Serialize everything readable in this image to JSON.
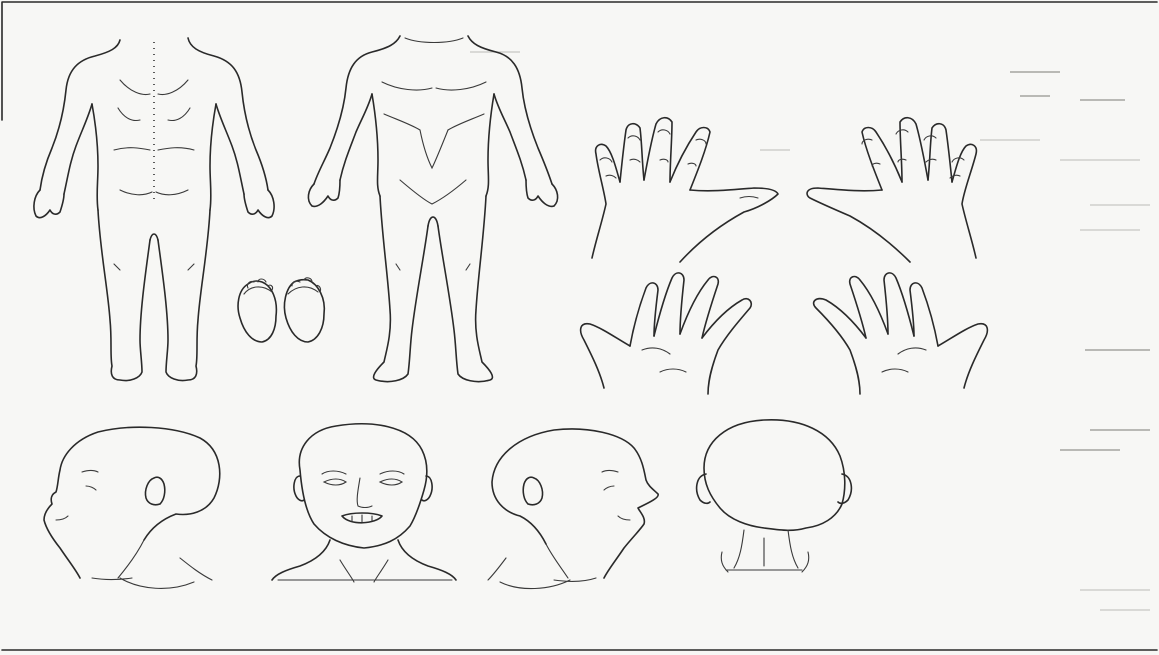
{
  "diagram": {
    "ink_color": "#2a2a2a",
    "paper_color": "#f7f7f5",
    "views": [
      "body-back-view",
      "body-front-view",
      "feet-soles",
      "left-hand-dorsal",
      "right-hand-dorsal",
      "left-hand-palmar",
      "right-hand-palmar",
      "head-left-profile",
      "head-front-view",
      "head-right-profile",
      "head-back-view"
    ]
  }
}
